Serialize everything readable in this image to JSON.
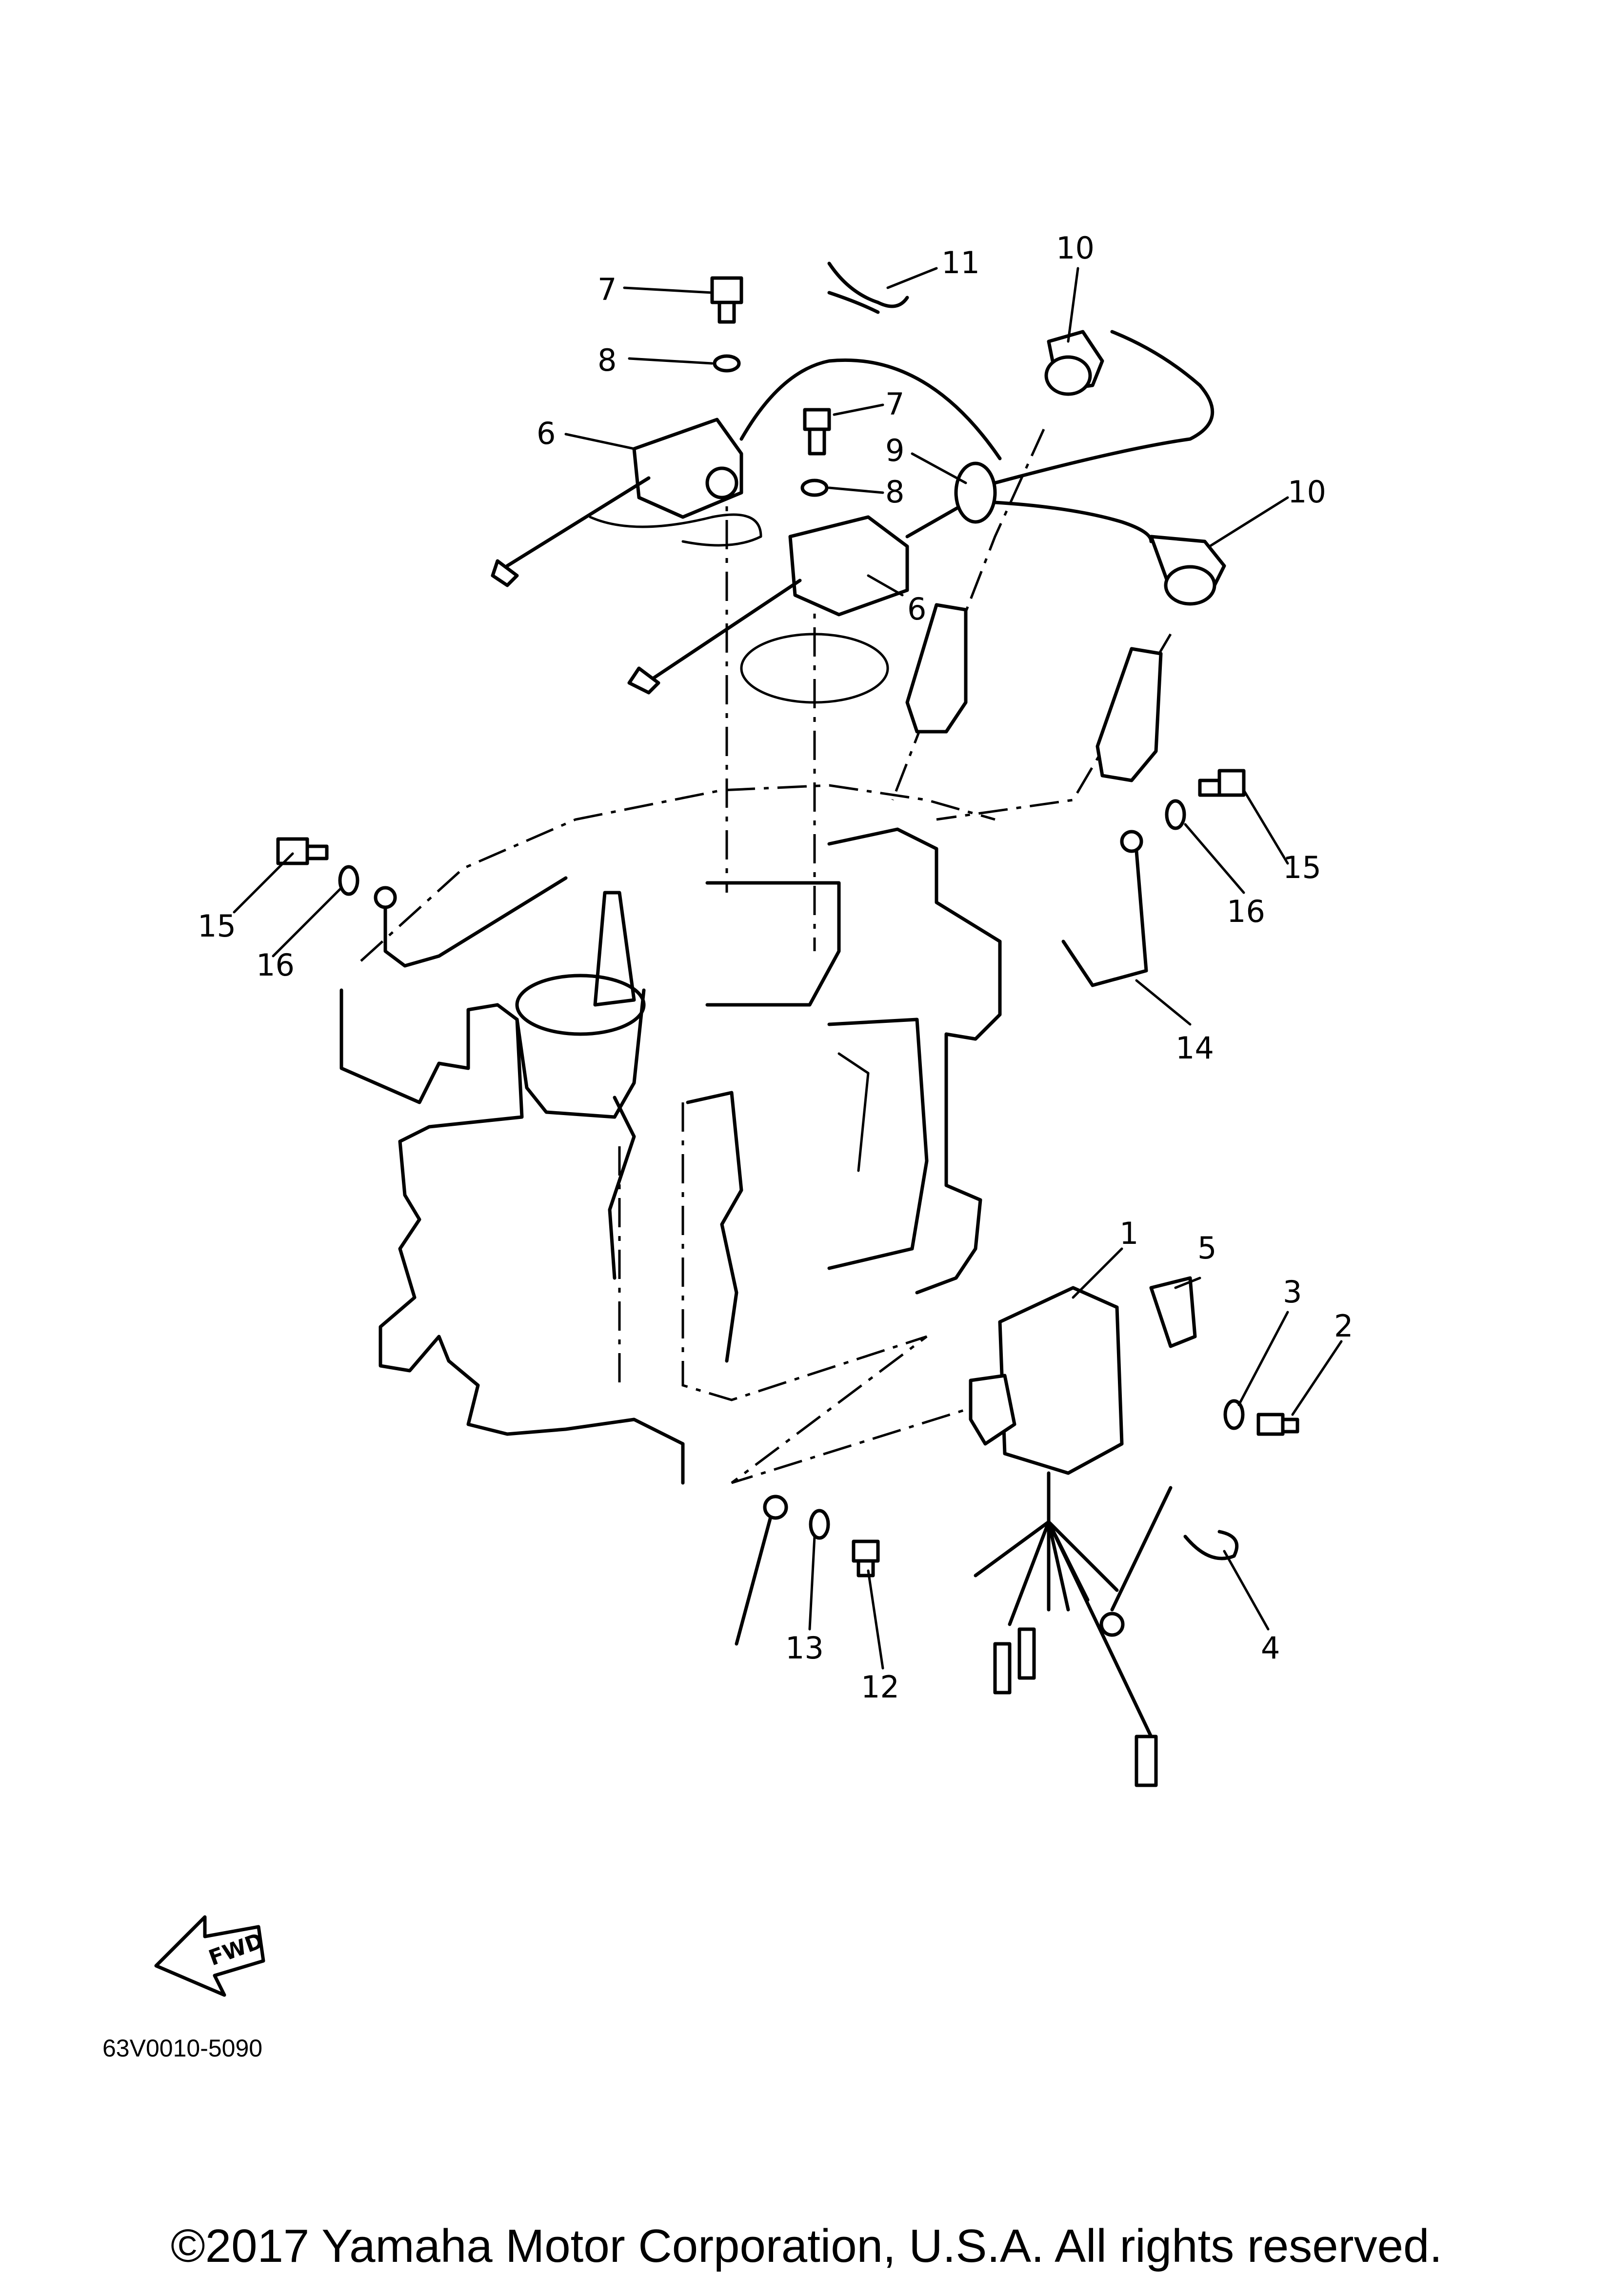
{
  "callouts": {
    "p1": "1",
    "p2": "2",
    "p3": "3",
    "p4": "4",
    "p5": "5",
    "p6a": "6",
    "p6b": "6",
    "p7a": "7",
    "p7b": "7",
    "p8a": "8",
    "p8b": "8",
    "p9": "9",
    "p10a": "10",
    "p10b": "10",
    "p11": "11",
    "p12": "12",
    "p13": "13",
    "p14": "14",
    "p15a": "15",
    "p15b": "15",
    "p16a": "16",
    "p16b": "16"
  },
  "fwd_label": "FWD",
  "diagram_code": "63V0010-5090",
  "copyright": "©2017 Yamaha Motor Corporation, U.S.A. All rights reserved."
}
